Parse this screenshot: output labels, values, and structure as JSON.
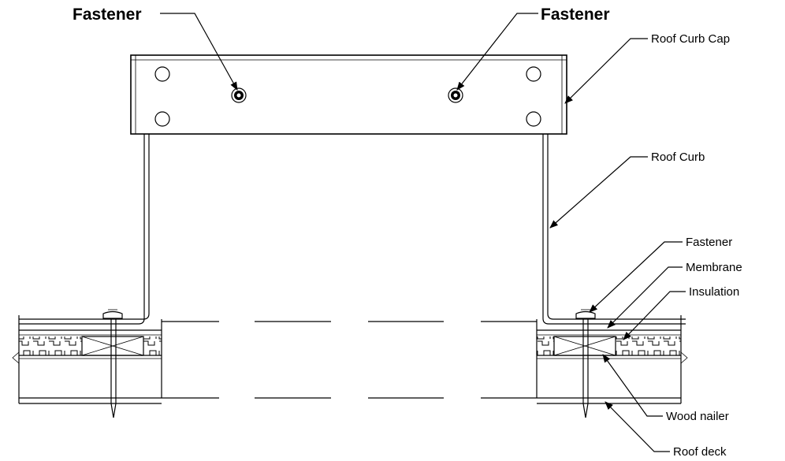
{
  "labels": {
    "fastener_top_left": "Fastener",
    "fastener_top_right": "Fastener",
    "roof_curb_cap": "Roof Curb Cap",
    "roof_curb": "Roof Curb",
    "fastener_small": "Fastener",
    "membrane": "Membrane",
    "insulation": "Insulation",
    "wood_nailer": "Wood nailer",
    "roof_deck": "Roof deck"
  }
}
